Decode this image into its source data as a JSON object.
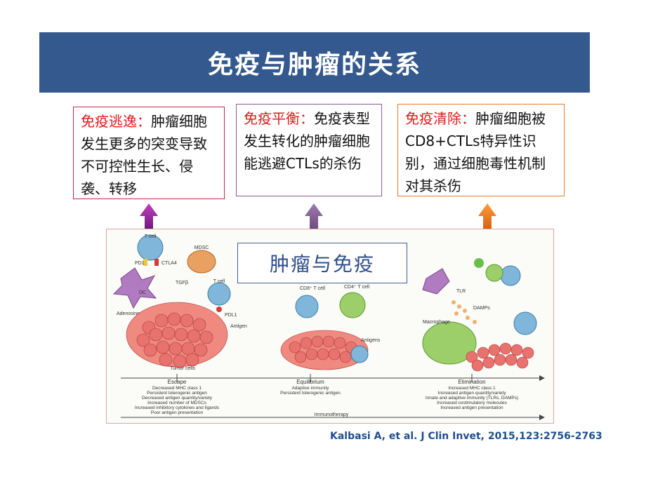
{
  "slide": {
    "title": "免疫与肿瘤的关系",
    "citation": "Kalbasi  A, et al. J Clin Invet, 2015,123:2756-2763"
  },
  "boxes": [
    {
      "highlight": "免疫逃逸：",
      "text": "肿瘤细胞发生更多的突变导致不可控性生长、侵袭、转移"
    },
    {
      "highlight": "免疫平衡：",
      "text": "免疫表型发生转化的肿瘤细胞能逃避CTLs的杀伤"
    },
    {
      "highlight": "免疫清除：",
      "text": "肿瘤细胞被CD8+CTLs特异性识别，通过细胞毒性机制对其杀伤"
    }
  ],
  "figure": {
    "label": "肿瘤与免疫",
    "cells": {
      "t_cell": "T cell",
      "pd1": "PD1",
      "ctla4": "CTLA4",
      "mdsc": "MDSC",
      "tgfb": "TGFβ",
      "dc": "DC",
      "t_cell_2": "T cell",
      "adenosine": "Adenosine",
      "pdl1": "PDL1",
      "antigen": "Antigen",
      "tumor_cells": "Tumor cells",
      "cd8_t": "CD8⁺ T cell",
      "cd4_t": "CD4⁺ T cell",
      "antigens": "Antigens",
      "tlr": "TLR",
      "damps": "DAMPs",
      "macrophage": "Macrophage"
    },
    "phases": [
      {
        "name": "Escape",
        "lines": [
          "Decreased MHC class 1",
          "Persistent tolerogenic antigen",
          "Decreased antigen quantity/variety",
          "Increased number of MDSCs",
          "Increased inhibitory cytokines and ligands",
          "Poor antigen presentation"
        ]
      },
      {
        "name": "Equilibrium",
        "lines": [
          "Adaptive immunity",
          "Persistent tolerogenic antigen"
        ]
      },
      {
        "name": "Elimination",
        "lines": [
          "Increased MHC class 1",
          "Increased antigen quantity/variety",
          "Innate and adaptive immunity (TLRs, DAMPs)",
          "Increased costimulatory molecules",
          "Increased antigen presentation"
        ]
      }
    ],
    "axis_label": "Immunotherapy"
  },
  "colors": {
    "title_bg": "#33598f",
    "highlight": "#e01b1b",
    "arrow1": "#a12aa0",
    "arrow2": "#8b5fa0",
    "arrow3": "#ef7a2a"
  }
}
